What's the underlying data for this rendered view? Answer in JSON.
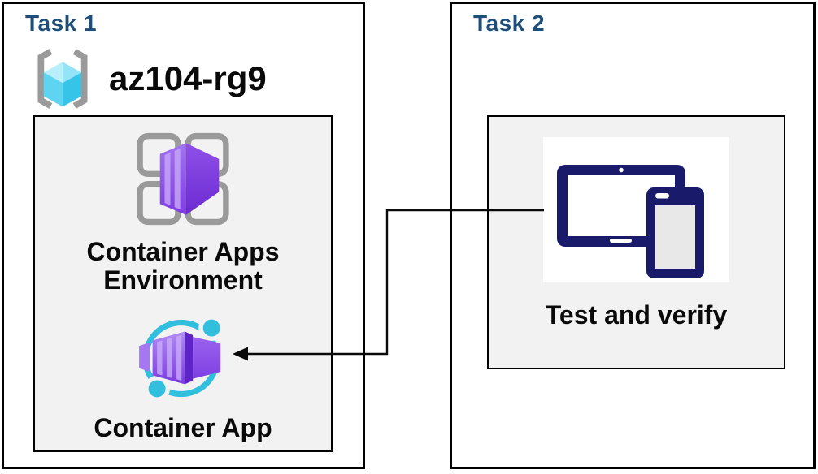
{
  "task1": {
    "title": "Task 1",
    "resource_group": {
      "name": "az104-rg9",
      "icon": "resource-group-icon"
    },
    "nodes": [
      {
        "id": "container-apps-environment",
        "label": "Container Apps Environment",
        "icon": "container-apps-environment-icon"
      },
      {
        "id": "container-app",
        "label": "Container App",
        "icon": "container-app-icon"
      }
    ]
  },
  "task2": {
    "title": "Task 2",
    "nodes": [
      {
        "id": "test-and-verify",
        "label": "Test and verify",
        "icon": "devices-icon"
      }
    ]
  },
  "connector": {
    "from": "test-and-verify",
    "to": "container-app",
    "style": "elbow",
    "arrowhead": "points-left-at-container-app"
  },
  "colors": {
    "heading": "#1F4E79",
    "panel_bg": "#F2F2F2",
    "box_border": "#000000",
    "arrow": "#0a0a0a",
    "cyan_accent": "#32BEDD",
    "purple_accent": "#8B52E8",
    "navy_device": "#1A1A6B",
    "icon_gray": "#9A9A9A"
  }
}
